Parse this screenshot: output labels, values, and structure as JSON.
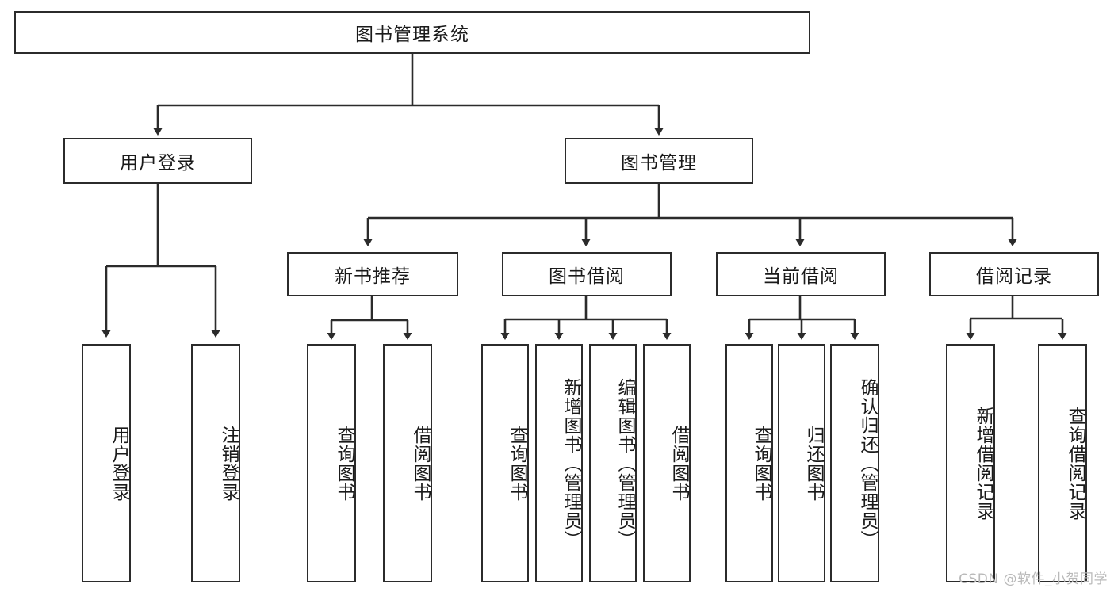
{
  "diagram": {
    "title": "图书管理系统",
    "watermark": "CSDN @软件_小贺同学",
    "colors": {
      "stroke": "#2b2b2b",
      "fill": "#ffffff",
      "text": "#1a1a1a",
      "watermark": "#b9b9b9"
    },
    "nodes": {
      "root": {
        "label": "图书管理系统"
      },
      "level1": [
        {
          "id": "user-login",
          "label": "用户登录"
        },
        {
          "id": "book-management",
          "label": "图书管理"
        }
      ],
      "level2": [
        {
          "id": "new-book-recommend",
          "label": "新书推荐"
        },
        {
          "id": "book-borrow",
          "label": "图书借阅"
        },
        {
          "id": "current-borrow",
          "label": "当前借阅"
        },
        {
          "id": "borrow-record",
          "label": "借阅记录"
        }
      ],
      "leaves": {
        "user_login": [
          {
            "id": "leaf-user-login",
            "label": "用户登录"
          },
          {
            "id": "leaf-logout",
            "label": "注销登录"
          }
        ],
        "new_book_recommend": [
          {
            "id": "leaf-query-book-1",
            "label": "查询图书"
          },
          {
            "id": "leaf-borrow-book-1",
            "label": "借阅图书"
          }
        ],
        "book_borrow": [
          {
            "id": "leaf-query-book-2",
            "label": "查询图书"
          },
          {
            "id": "leaf-add-book",
            "label": "新增图书（管理员）"
          },
          {
            "id": "leaf-edit-book",
            "label": "编辑图书（管理员）"
          },
          {
            "id": "leaf-borrow-book-2",
            "label": "借阅图书"
          }
        ],
        "current_borrow": [
          {
            "id": "leaf-query-book-3",
            "label": "查询图书"
          },
          {
            "id": "leaf-return-book",
            "label": "归还图书"
          },
          {
            "id": "leaf-confirm-return",
            "label": "确认归还（管理员）"
          }
        ],
        "borrow_record": [
          {
            "id": "leaf-add-record",
            "label": "新增借阅记录"
          },
          {
            "id": "leaf-query-record",
            "label": "查询借阅记录"
          }
        ]
      }
    }
  }
}
